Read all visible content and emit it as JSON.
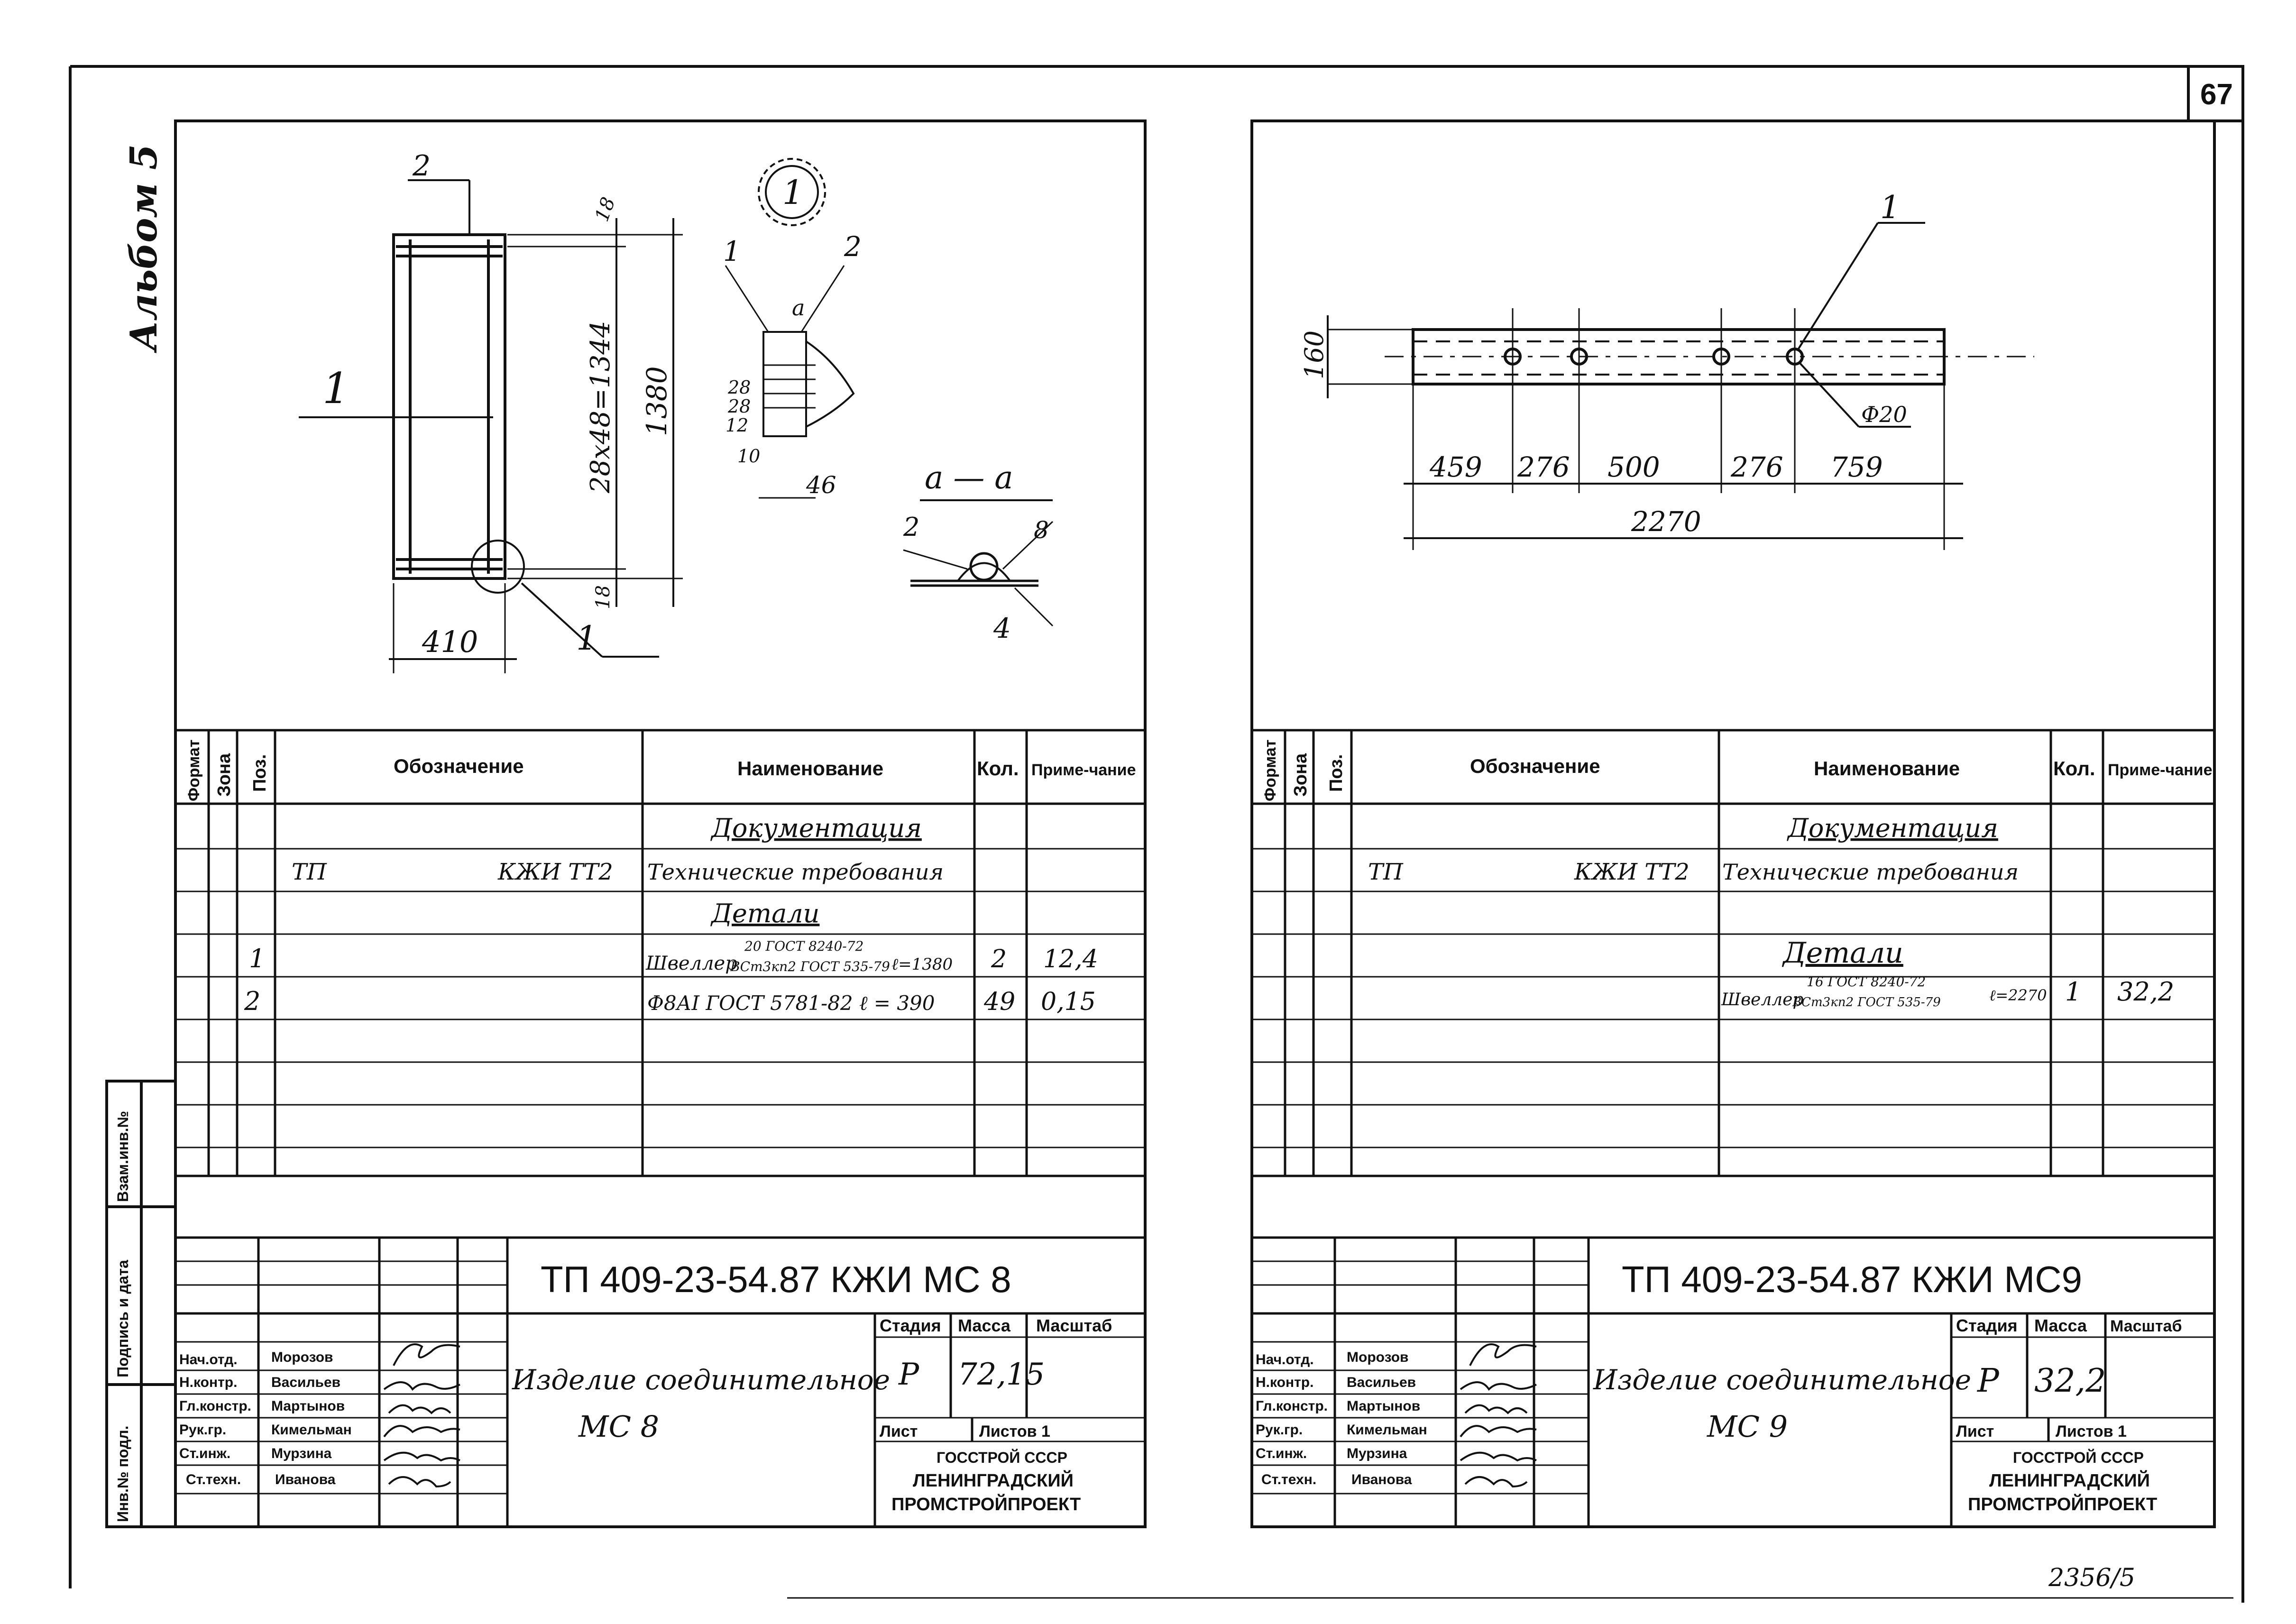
{
  "sheet": {
    "page_number": "67",
    "album": "Альбом 5",
    "bottom_code": "2356/5",
    "side_labels": [
      "Инв.№ подл.",
      "Подпись и дата",
      "Взам.инв.№"
    ]
  },
  "drawing_left": {
    "position_1": "1",
    "position_2": "2",
    "dim_width": "410",
    "dim_height": "1380",
    "dim_spacing": "28х48=1344",
    "dim_end_1": "18",
    "dim_end_2": "18",
    "node_label": "1",
    "node_pos_1": "1",
    "node_pos_2": "2",
    "node_a": "а",
    "node_dims": [
      "28",
      "28",
      "12",
      "10",
      "46"
    ],
    "section_label": "а — а",
    "section_pos": "2",
    "weld_8": "8",
    "weld_4": "4"
  },
  "drawing_right": {
    "position_1": "1",
    "dim_height": "160",
    "hole_label": "Ф20",
    "dims": [
      "459",
      "276",
      "500",
      "276",
      "759"
    ],
    "total": "2270"
  },
  "spec_headers": {
    "format": "Формат",
    "zone": "Зона",
    "pos": "Поз.",
    "designation": "Обозначение",
    "name": "Наименование",
    "qty": "Кол.",
    "note": "Приме-чание"
  },
  "spec_left": {
    "section_docs": "Документация",
    "doc_designation_prefix": "ТП",
    "doc_designation": "КЖИ ТТ2",
    "doc_name": "Технические требования",
    "section_parts": "Детали",
    "rows": [
      {
        "pos": "1",
        "name": "Швеллер",
        "name_top": "20 ГОСТ 8240-72",
        "name_bottom": "ВСт3кп2 ГОСТ 535-79",
        "name_suffix": "ℓ=1380",
        "qty": "2",
        "note": "12,4"
      },
      {
        "pos": "2",
        "name": "Ф8АI ГОСТ 5781-82 ℓ = 390",
        "qty": "49",
        "note": "0,15"
      }
    ]
  },
  "spec_right": {
    "section_docs": "Документация",
    "doc_designation_prefix": "ТП",
    "doc_designation": "КЖИ ТТ2",
    "doc_name": "Технические требования",
    "section_parts": "Детали",
    "rows": [
      {
        "pos": "",
        "name": "Швеллер",
        "name_top": "16 ГОСТ 8240-72",
        "name_bottom": "ВСт3кп2 ГОСТ 535-79",
        "name_suffix": "ℓ=2270",
        "qty": "1",
        "note": "32,2"
      }
    ]
  },
  "title_left": {
    "code": "ТП 409-23-54.87 КЖИ МС 8",
    "name_line1": "Изделие соединительное",
    "name_line2": "МС 8",
    "stage_label": "Стадия",
    "mass_label": "Масса",
    "scale_label": "Масштаб",
    "stage": "Р",
    "mass": "72,15",
    "sheet_label": "Лист",
    "sheets_label": "Листов 1",
    "org1": "ГОССТРОЙ СССР",
    "org2": "ЛЕНИНГРАДСКИЙ",
    "org3": "ПРОМСТРОЙПРОЕКТ"
  },
  "title_right": {
    "code": "ТП 409-23-54.87 КЖИ МС9",
    "name_line1": "Изделие соединительное",
    "name_line2": "МС 9",
    "stage_label": "Стадия",
    "mass_label": "Масса",
    "scale_label": "Масштаб",
    "stage": "Р",
    "mass": "32,2",
    "sheet_label": "Лист",
    "sheets_label": "Листов 1",
    "org1": "ГОССТРОЙ СССР",
    "org2": "ЛЕНИНГРАДСКИЙ",
    "org3": "ПРОМСТРОЙПРОЕКТ"
  },
  "signatures": [
    {
      "role": "Нач.отд.",
      "name": "Морозов"
    },
    {
      "role": "Н.контр.",
      "name": "Васильев"
    },
    {
      "role": "Гл.констр.",
      "name": "Мартынов"
    },
    {
      "role": "Рук.гр.",
      "name": "Кимельман"
    },
    {
      "role": "Ст.инж.",
      "name": "Мурзина"
    },
    {
      "role": "Ст.техн.",
      "name": "Иванова"
    }
  ]
}
